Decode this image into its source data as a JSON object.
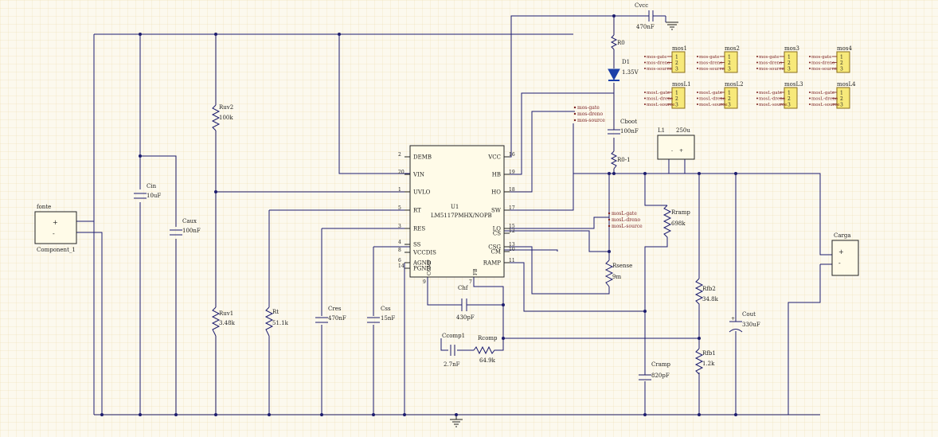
{
  "source": {
    "name": "fonte",
    "designator": "Component_1",
    "plus": "+",
    "minus": "-"
  },
  "load": {
    "name": "Carga",
    "plus": "+",
    "minus": "-"
  },
  "ic": {
    "designator": "U1",
    "part": "LM5117PMHX/NOPB",
    "left_pins": [
      {
        "num": "2",
        "name": "DEMB"
      },
      {
        "num": "20",
        "name": "VIN"
      },
      {
        "num": "1",
        "name": "UVLO"
      },
      {
        "num": "5",
        "name": "RT"
      },
      {
        "num": "3",
        "name": "RES"
      },
      {
        "num": "4",
        "name": "SS"
      },
      {
        "num": "8",
        "name": "VCCDIS"
      },
      {
        "num": "6",
        "name": "AGND"
      },
      {
        "num": "14",
        "name": "PGND"
      }
    ],
    "right_pins": [
      {
        "num": "16",
        "name": "VCC"
      },
      {
        "num": "19",
        "name": "HB"
      },
      {
        "num": "18",
        "name": "HO"
      },
      {
        "num": "17",
        "name": "SW"
      },
      {
        "num": "15",
        "name": "LO"
      },
      {
        "num": "12",
        "name": "CS"
      },
      {
        "num": "13",
        "name": "CSG"
      },
      {
        "num": "10",
        "name": "CM"
      },
      {
        "num": "11",
        "name": "RAMP"
      }
    ],
    "bottom_pins": [
      {
        "num": "9",
        "name": "COMP"
      },
      {
        "num": "7",
        "name": "FB"
      }
    ]
  },
  "components": {
    "cvcc": {
      "name": "Cvcc",
      "value": "470nF"
    },
    "r0": {
      "name": "R0"
    },
    "d1": {
      "name": "D1",
      "value": "1.35V"
    },
    "cboot": {
      "name": "Cboot",
      "value": "100nF"
    },
    "r01": {
      "name": "R0-1"
    },
    "l1": {
      "name": "L1",
      "value": "250u"
    },
    "ruv2": {
      "name": "Ruv2",
      "value": "100k"
    },
    "ruv1": {
      "name": "Ruv1",
      "value": "3.48k"
    },
    "cin": {
      "name": "Cin",
      "value": "10uF"
    },
    "caux": {
      "name": "Caux",
      "value": "100nF"
    },
    "rt": {
      "name": "Rt",
      "value": "51.1k"
    },
    "cres": {
      "name": "Cres",
      "value": "470nF"
    },
    "css": {
      "name": "Css",
      "value": "15nF"
    },
    "chf": {
      "name": "Chf",
      "value": "430pF"
    },
    "ccomp": {
      "name": "Ccomp1",
      "value": "2.7nF"
    },
    "rcomp": {
      "name": "Rcomp",
      "value": "64.9k"
    },
    "rramp": {
      "name": "Rramp",
      "value": "698k"
    },
    "rsense": {
      "name": "Rsense",
      "value": "9m"
    },
    "cramp": {
      "name": "Cramp",
      "value": "820pF"
    },
    "rfb2": {
      "name": "Rfb2",
      "value": "34.8k"
    },
    "rfb1": {
      "name": "Rfb1",
      "value": "1.2k"
    },
    "cout": {
      "name": "Cout",
      "value": "330uF"
    }
  },
  "net_labels": {
    "high": [
      "mos-gate",
      "mos-dreno",
      "mos-source"
    ],
    "low": [
      "mosL-gate",
      "mosL-dreno",
      "mosL-source"
    ]
  },
  "mosfets_top": [
    {
      "name": "mos1",
      "labels": [
        "mos-gate",
        "mos-dreno",
        "mos-source"
      ]
    },
    {
      "name": "mos2",
      "labels": [
        "mos-gate",
        "mos-dreno",
        "mos-source"
      ]
    },
    {
      "name": "mos3",
      "labels": [
        "mos-gate",
        "mos-dreno",
        "mos-source"
      ]
    },
    {
      "name": "mos4",
      "labels": [
        "mos-gate",
        "mos-dreno",
        "mos-source"
      ]
    }
  ],
  "mosfets_bottom": [
    {
      "name": "mosL1",
      "labels": [
        "mosL-gate",
        "mosL-dreno",
        "mosL-source"
      ]
    },
    {
      "name": "mosL2",
      "labels": [
        "mosL-gate",
        "mosL-dreno",
        "mosL-source"
      ]
    },
    {
      "name": "mosL3",
      "labels": [
        "mosL-gate",
        "mosL-dreno",
        "mosL-source"
      ]
    },
    {
      "name": "mosL4",
      "labels": [
        "mosL-gate",
        "mosL-dreno",
        "mosL-source"
      ]
    }
  ],
  "mos_pins": [
    "1",
    "2",
    "3"
  ],
  "colors": {
    "wire": "#1c1c6e",
    "symbol": "#222222",
    "header_fill": "#f7e97a",
    "header_border": "#8a6d1a",
    "label": "#7a1f1f",
    "grid": "#ead9a8",
    "background": "#fcf9ee"
  }
}
